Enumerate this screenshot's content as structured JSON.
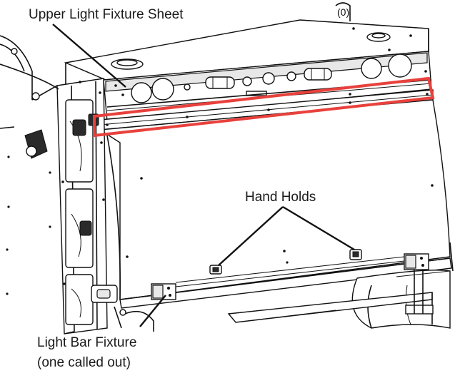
{
  "callouts": {
    "upper_sheet": "Upper Light Fixture Sheet",
    "hand_holds": "Hand Holds",
    "light_bar_line1": "Light Bar Fixture",
    "light_bar_line2": "(one called out)"
  },
  "colors": {
    "highlight": "#e8413c",
    "line": "#111111",
    "background": "#ffffff"
  }
}
